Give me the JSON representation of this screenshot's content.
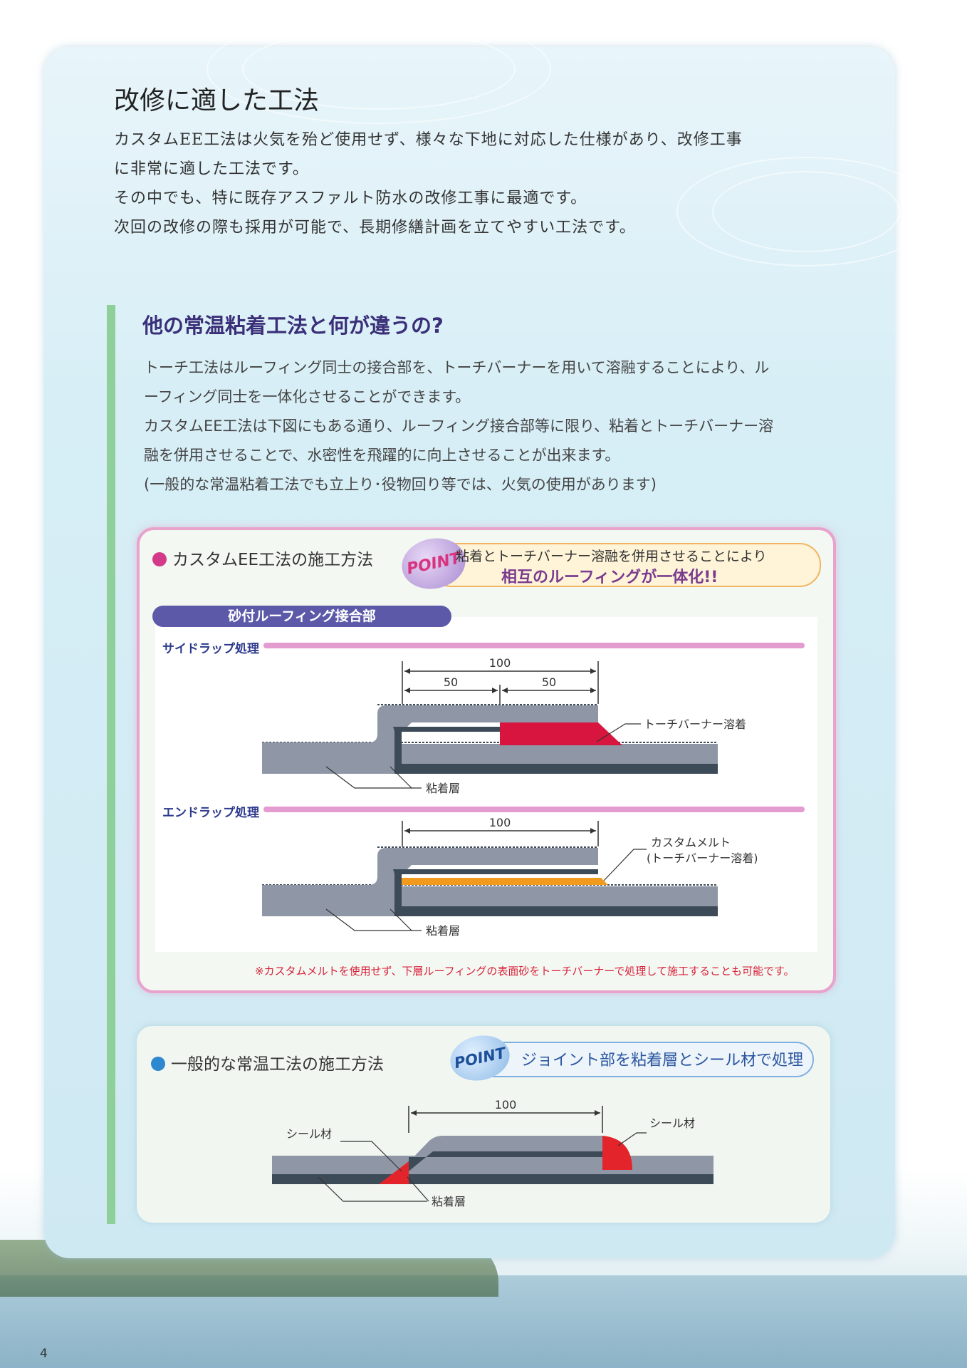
{
  "page": {
    "title": "改修に適した工法",
    "intro_lines": [
      "カスタムEE工法は火気を殆ど使用せず、様々な下地に対応した仕様があり、改修工事",
      "に非常に適した工法です。",
      "その中でも、特に既存アスファルト防水の改修工事に最適です。",
      "次回の改修の際も採用が可能で、長期修繕計画を立てやすい工法です。"
    ],
    "page_number": "4"
  },
  "section": {
    "title": "他の常温粘着工法と何が違うの?",
    "body_lines": [
      "トーチ工法はルーフィング同士の接合部を、トーチバーナーを用いて溶融することにより、ル",
      "ーフィング同士を一体化させることができます。",
      "カスタムEE工法は下図にもある通り、ルーフィング接合部等に限り、粘着とトーチバーナー溶",
      "融を併用させることで、水密性を飛躍的に向上させることが出来ます。",
      "(一般的な常温粘着工法でも立上り･役物回り等では、火気の使用があります)"
    ]
  },
  "custom_box": {
    "heading": "カスタムEE工法の施工方法",
    "point_badge": "POINT",
    "point_line1": "粘着とトーチバーナー溶融を併用させることにより",
    "point_line2": "相互のルーフィングが一体化!!",
    "subheading": "砂付ルーフィング接合部",
    "side_label": "サイドラップ処理",
    "end_label": "エンドラップ処理",
    "dim_100": "100",
    "dim_50": "50",
    "torch_label": "トーチバーナー溶着",
    "adhesive_label": "粘着層",
    "melt_label1": "カスタムメルト",
    "melt_label2": "(トーチバーナー溶着)",
    "note": "※カスタムメルトを使用せず、下層ルーフィングの表面砂をトーチバーナーで処理して施工することも可能です。"
  },
  "general_box": {
    "heading": "一般的な常温工法の施工方法",
    "point_badge": "POINT",
    "point_text": "ジョイント部を粘着層とシール材で処理",
    "dim_100": "100",
    "seal_label": "シール材",
    "adhesive_label": "粘着層"
  },
  "colors": {
    "pink_dot": "#d43a8a",
    "blue_dot": "#2e88d0",
    "torch_red": "#d8153f",
    "melt_orange": "#f29a1e",
    "sheet_gray": "#8f97a6",
    "sheet_dark": "#3d4a58",
    "seal_red": "#e3242b"
  }
}
